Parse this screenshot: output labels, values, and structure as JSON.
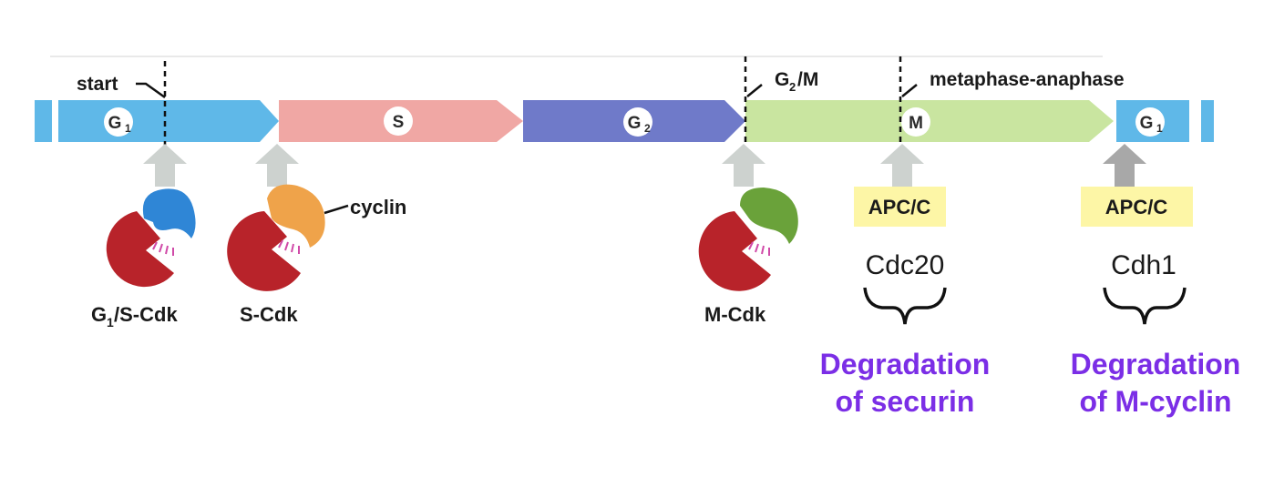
{
  "phases": {
    "g1_left": {
      "main": "G",
      "sub": "1"
    },
    "s": {
      "main": "S"
    },
    "g2": {
      "main": "G",
      "sub": "2"
    },
    "m": {
      "main": "M"
    },
    "g1_right": {
      "main": "G",
      "sub": "1"
    }
  },
  "checkpoints": {
    "start": "start",
    "g2m": {
      "main": "G",
      "sub": "2",
      "rest": "/M"
    },
    "meta_ana": "metaphase-anaphase"
  },
  "cdks": {
    "g1s": {
      "pre": "G",
      "sub": "1",
      "post": "/S-Cdk"
    },
    "s": "S-Cdk",
    "m": "M-Cdk"
  },
  "cyclin_label": "cyclin",
  "apc": {
    "left": {
      "label": "APC/C",
      "activator": "Cdc20",
      "outcome_line1": "Degradation",
      "outcome_line2": "of securin"
    },
    "right": {
      "label": "APC/C",
      "activator": "Cdh1",
      "outcome_line1": "Degradation",
      "outcome_line2": "of M-cyclin"
    }
  },
  "colors": {
    "g1": "#5fb8e8",
    "s": "#f0a7a4",
    "g2": "#6f7ac9",
    "m": "#c9e5a0",
    "cdk": "#b8232a",
    "cyclin_g1s": "#2f86d6",
    "cyclin_s": "#efa34a",
    "cyclin_m": "#6aa23a",
    "apc_box": "#fdf6a6",
    "degradation_text": "#7b2ee6"
  }
}
